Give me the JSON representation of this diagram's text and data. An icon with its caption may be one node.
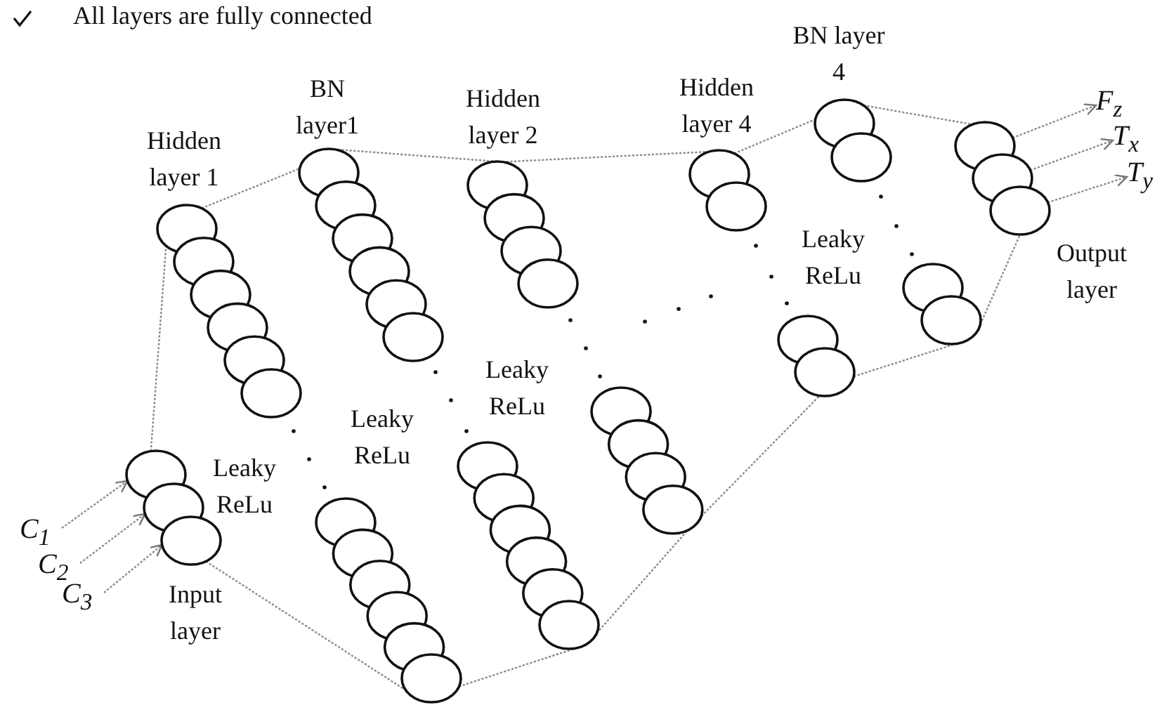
{
  "diagram": {
    "title": "All layers are fully connected",
    "nodes": [
      {
        "text": [
          "C$_{1}$"
        ]
      },
      {
        "text": [
          "C$_{2}$"
        ]
      },
      {
        "text": [
          "C$_{3}$"
        ]
      },
      {
        "text": [
          "Input layer"
        ]
      },
      {
        "text": [
          "Hidden layer 1"
        ]
      },
      {
        "text": [],
        "shape": "circle"
      },
      {
        "text": [
          "BN layer1"
        ]
      },
      {
        "text": [],
        "shape": "circle"
      },
      {
        "text": [
          "Hidden layer 2"
        ]
      },
      {
        "text": [],
        "shape": "circle"
      },
      {
        "text": [
          "Hidden layer 4"
        ]
      },
      {
        "text": [],
        "shape": "circle"
      },
      {
        "text": [
          "BN layer 4"
        ]
      },
      {
        "text": [],
        "shape": "circle"
      },
      {
        "text": [
          "Output layer"
        ]
      },
      {
        "text": [
          "F$_{z}$"
        ]
      },
      {
        "text": [
          "T$_{x}$"
        ]
      },
      {
        "text": [
          "T$_{y}$"
        ]
      }
    ],
    "edges": [
      {
        "from": 0,
        "to": 3,
        "arrow": "to"
      },
      {
        "from": 1,
        "to": 3,
        "arrow": "to"
      },
      {
        "from": 2,
        "to": 3,
        "arrow": "to"
      },
      {
        "from": 3,
        "to": 4,
        "arrow": "none"
      },
      {
        "from": 4,
        "to": 6,
        "arrow": "none"
      },
      {
        "from": 6,
        "to": 8,
        "arrow": "none"
      },
      {
        "from": 8,
        "to": 10,
        "arrow": "none"
      },
      {
        "from": 10,
        "to": 12,
        "arrow": "none"
      },
      {
        "from": 12,
        "to": 14,
        "arrow": "none"
      },
      {
        "from": 3,
        "to": 5,
        "arrow": "none"
      },
      {
        "from": 5,
        "to": 7,
        "arrow": "none"
      },
      {
        "from": 7,
        "to": 9,
        "arrow": "none"
      },
      {
        "from": 9,
        "to": 11,
        "arrow": "none"
      },
      {
        "from": 11,
        "to": 13,
        "arrow": "none"
      },
      {
        "from": 13,
        "to": 14,
        "arrow": "none"
      },
      {
        "from": 14,
        "to": 15,
        "arrow": "to"
      },
      {
        "from": 14,
        "to": 16,
        "arrow": "to"
      },
      {
        "from": 14,
        "to": 17,
        "arrow": "to"
      }
    ],
    "labels": [
      "Leaky ReLu",
      "Leaky ReLu",
      "Leaky ReLu",
      "Leaky ReLu"
    ]
  }
}
